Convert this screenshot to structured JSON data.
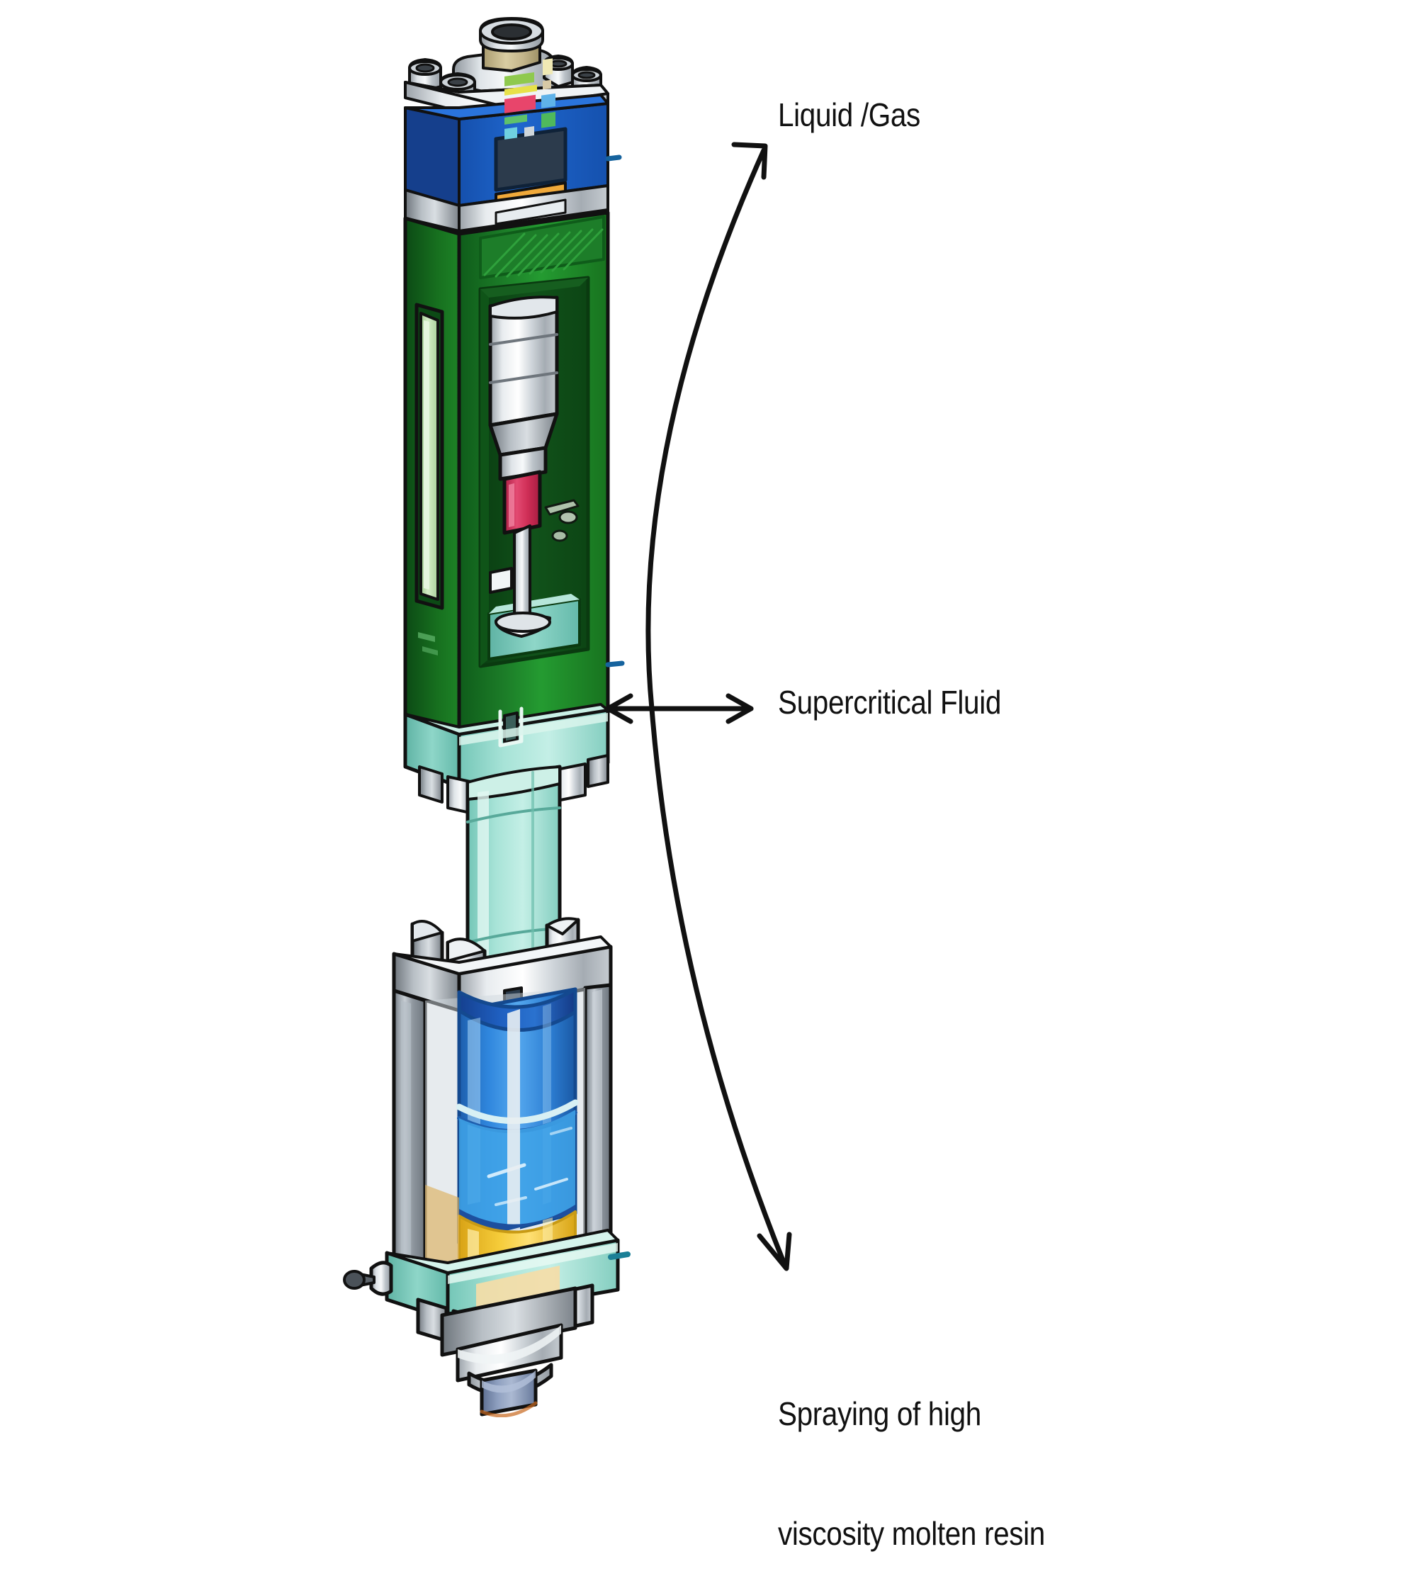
{
  "diagram": {
    "title": "Supercritical fluid dispensing nozzle cutaway",
    "background_color": "#ffffff",
    "outline_color": "#111111"
  },
  "annotations": {
    "liquid_gas": {
      "text": "Liquid /Gas",
      "arrow": "curved-arrow-up-right"
    },
    "supercritical_fluid": {
      "text": "Supercritical Fluid",
      "arrow": "double-headed-horizontal-arrow"
    },
    "spraying": {
      "line1": "Spraying of high",
      "line2": "viscosity molten resin",
      "arrow": "curved-arrow-down-right"
    }
  },
  "device": {
    "sections": [
      {
        "name": "top-fittings",
        "label": "Top port fittings",
        "color": "#c9ced3"
      },
      {
        "name": "control-module",
        "label": "Blue control module with display",
        "color": "#1a5fc4"
      },
      {
        "name": "display-screen",
        "label": "Status display",
        "color": "#2b3a4a"
      },
      {
        "name": "green-body",
        "label": "Green actuator housing (cutaway)",
        "color": "#1f8a33"
      },
      {
        "name": "needle-assembly",
        "label": "Internal needle / piston assembly",
        "color": "#b9bfc4"
      },
      {
        "name": "seal-ring",
        "label": "Seal ring",
        "color": "#d6days"
      },
      {
        "name": "mint-block",
        "label": "Mint manifold block",
        "color": "#93ddd0"
      },
      {
        "name": "mint-tube",
        "label": "Mint connecting tube",
        "color": "#9ad9cd"
      },
      {
        "name": "glass-cylinder",
        "label": "Transparent cylinder with fluid",
        "color": "#2a7fd4"
      },
      {
        "name": "fluid-blue",
        "label": "Supercritical fluid (blue)",
        "color": "#2f86dd"
      },
      {
        "name": "fluid-amber",
        "label": "Molten resin (amber)",
        "color": "#f2c431"
      },
      {
        "name": "nozzle-tip",
        "label": "Spray nozzle tip",
        "color": "#8193b5"
      }
    ],
    "colors": {
      "green_dark": "#14621f",
      "green_mid": "#1d8a2d",
      "green_light": "#3aa83f",
      "green_pale": "#b9dfae",
      "blue_module": "#1a5fc4",
      "blue_module_dark": "#1446a0",
      "metal_light": "#eef1f3",
      "metal_mid": "#c2c8cd",
      "metal_dark": "#8d949b",
      "mint": "#9fdfd3",
      "mint_dark": "#6fc4b5",
      "fluid_blue": "#2f86dd",
      "fluid_blue_dark": "#1c5fbd",
      "fluid_amber": "#f2c431",
      "seal_red": "#d8305a",
      "brass": "#c9bb90",
      "nozzle_blue": "#7e90b3",
      "glass_gray": "#7e858d"
    }
  }
}
